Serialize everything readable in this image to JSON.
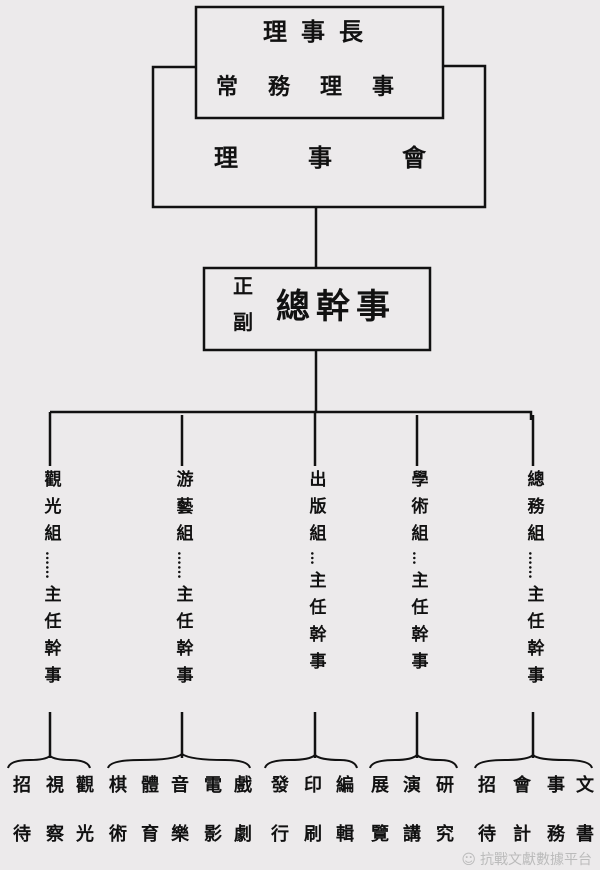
{
  "chairman": {
    "title": "理事長",
    "sub": "常務理事"
  },
  "board": "理事會",
  "secretary": {
    "prefix_top": "正",
    "prefix_bottom": "副",
    "title": "總幹事"
  },
  "groups": [
    {
      "name": "觀光組",
      "dots": "……",
      "head": "主任幹事",
      "duties": [
        "觀光",
        "視察",
        "招待"
      ]
    },
    {
      "name": "游藝組",
      "dots": "……",
      "head": "主任幹事",
      "duties": [
        "戲劇",
        "電影",
        "音樂",
        "體育",
        "棋術"
      ]
    },
    {
      "name": "出版組",
      "dots": "…",
      "head": "主任幹事",
      "duties": [
        "編輯",
        "印刷",
        "發行"
      ]
    },
    {
      "name": "學術組",
      "dots": "…",
      "head": "主任幹事",
      "duties": [
        "研究",
        "演講",
        "展覽"
      ]
    },
    {
      "name": "總務組",
      "dots": "……",
      "head": "主任幹事",
      "duties": [
        "文書",
        "事務",
        "會計",
        "招待"
      ]
    }
  ],
  "watermark": "抗戰文獻數據平台"
}
